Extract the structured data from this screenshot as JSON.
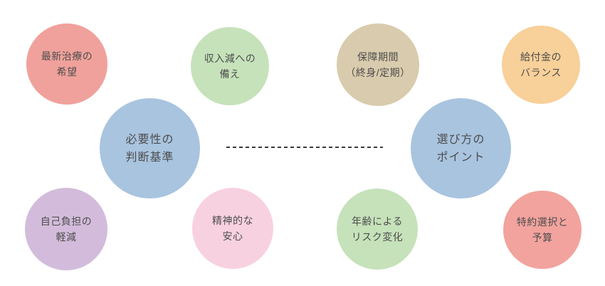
{
  "diagram": {
    "background": "#ffffff",
    "text_color": "#4d4d4d",
    "connector": {
      "style": "dashed-line",
      "color": "#3b3b3b"
    },
    "hub_colors": {
      "left": "#a9c4df",
      "right": "#a9c4df"
    },
    "nodes": [
      {
        "lines": [
          "最新治療の",
          "希望"
        ],
        "color": "#f0a19b",
        "role": "satellite",
        "cluster": "left",
        "position": "top-left"
      },
      {
        "lines": [
          "収入減への",
          "備え"
        ],
        "color": "#c6e2ba",
        "role": "satellite",
        "cluster": "left",
        "position": "top-right"
      },
      {
        "lines": [
          "保障期間",
          "（終身/定期）"
        ],
        "color": "#d9cbad",
        "role": "satellite",
        "cluster": "right",
        "position": "top-left"
      },
      {
        "lines": [
          "給付金の",
          "バランス"
        ],
        "color": "#f8d099",
        "role": "satellite",
        "cluster": "right",
        "position": "top-right"
      },
      {
        "lines": [
          "必要性の",
          "判断基準"
        ],
        "color": "#a9c4df",
        "role": "hub",
        "cluster": "left",
        "position": "center"
      },
      {
        "lines": [
          "選び方の",
          "ポイント"
        ],
        "color": "#a9c4df",
        "role": "hub",
        "cluster": "right",
        "position": "center"
      },
      {
        "lines": [
          "自己負担の",
          "軽減"
        ],
        "color": "#d3bcdb",
        "role": "satellite",
        "cluster": "left",
        "position": "bottom-left"
      },
      {
        "lines": [
          "精神的な",
          "安心"
        ],
        "color": "#f8d1e1",
        "role": "satellite",
        "cluster": "left",
        "position": "bottom-right"
      },
      {
        "lines": [
          "年齢による",
          "リスク変化"
        ],
        "color": "#c6e2ba",
        "role": "satellite",
        "cluster": "right",
        "position": "bottom-left"
      },
      {
        "lines": [
          "特約選択と",
          "予算"
        ],
        "color": "#f2a39e",
        "role": "satellite",
        "cluster": "right",
        "position": "bottom-right"
      }
    ]
  }
}
